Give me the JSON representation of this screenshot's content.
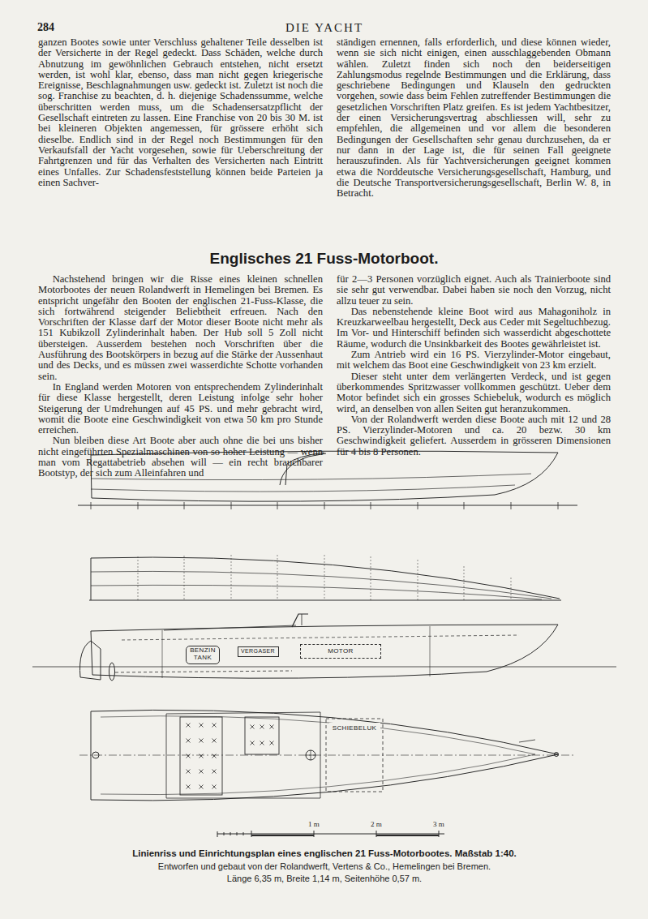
{
  "diagram": {
    "title": "Englisches 21 Fuss-Motorboot.",
    "caption": "Linienriss und Einrichtungsplan eines englischen 21 Fuss-Motorbootes. Maßstab 1:40.",
    "nodes": [
      {
        "text": [
          "BENZIN TANK"
        ]
      },
      {
        "text": [
          "VERGASER"
        ]
      },
      {
        "text": [
          "MOTOR"
        ]
      },
      {
        "text": [
          "SCHIEBELUK"
        ]
      }
    ],
    "labels": [
      "284",
      "DIE YACHT",
      "ganzen Bootes sowie unter Verschluss gehaltener Teile desselben ist der Versicherte in der Regel gedeckt. Dass Schäden, welche durch Abnutzung im gewöhnlichen Gebrauch entstehen, nicht ersetzt werden, ist wohl klar, ebenso, dass man nicht gegen kriegerische Ereignisse, Beschlagnahmungen usw. gedeckt ist. Zuletzt ist noch die sog. Franchise zu beachten, d. h. diejenige Schadenssumme, welche überschritten werden muss, um die Schadensersatzpflicht der Gesellschaft eintreten zu lassen. Eine Franchise von 20 bis 30 M. ist bei kleineren Objekten angemessen, für grössere erhöht sich dieselbe. Endlich sind in der Regel noch Bestimmungen für den Verkaufsfall der Yacht vorgesehen, sowie für Ueberschreitung der Fahrtgrenzen und für das Verhalten des Versicherten nach Eintritt eines Unfalles. Zur Schadensfeststellung können beide Parteien ja einen Sachver-",
      "ständigen ernennen, falls erforderlich, und diese können wieder, wenn sie sich nicht einigen, einen ausschlaggebenden Obmann wählen. Zuletzt finden sich noch den beiderseitigen Zahlungsmodus regelnde Bestimmungen und die Erklärung, dass geschriebene Bedingungen und Klauseln den gedruckten vorgehen, sowie dass beim Fehlen zutreffender Bestimmungen die gesetzlichen Vorschriften Platz greifen. Es ist jedem Yachtbesitzer, der einen Versicherungsvertrag abschliessen will, sehr zu empfehlen, die allgemeinen und vor allem die besonderen Bedingungen der Gesellschaften sehr genau durchzusehen, da er nur dann in der Lage ist, die für seinen Fall geeignete herauszufinden. Als für Yachtversicherungen geeignet kommen etwa die Norddeutsche Versicherungsgesellschaft, Hamburg, und die Deutsche Transportversicherungsgesellschaft, Berlin W. 8, in Betracht.",
      "Nachstehend bringen wir die Risse eines kleinen schnellen Motorbootes der neuen Rolandwerft in Hemelingen bei Bremen. Es entspricht ungefähr den Booten der englischen 21-Fuss-Klasse, die sich fortwährend steigender Beliebtheit erfreuen. Nach den Vorschriften der Klasse darf der Motor dieser Boote nicht mehr als 151 Kubikzoll Zylinderinhalt haben. Der Hub soll 5 Zoll nicht übersteigen. Ausserdem bestehen noch Vorschriften über die Ausführung des Bootskörpers in bezug auf die Stärke der Aussenhaut und des Decks, und es müssen zwei wasserdichte Schotte vorhanden sein.",
      "In England werden Motoren von entsprechendem Zylinderinhalt für diese Klasse hergestellt, deren Leistung infolge sehr hoher Steigerung der Umdrehungen auf 45 PS. und mehr gebracht wird, womit die Boote eine Geschwindigkeit von etwa 50 km pro Stunde erreichen.",
      "Nun bleiben diese Art Boote aber auch ohne die bei uns bisher nicht eingeführten Spezialmaschinen von so hoher Leistung — wenn man vom Regattabetrieb absehen will — ein recht brauchbarer Bootstyp, der sich zum Alleinfahren und",
      "für 2—3 Personen vorzüglich eignet. Auch als Trainierboote sind sie sehr gut verwendbar. Dabei haben sie noch den Vorzug, nicht allzu teuer zu sein.",
      "Das nebenstehende kleine Boot wird aus Mahagoniholz in Kreuzkarweelbau hergestellt, Deck aus Ceder mit Segeltuchbezug. Im Vor- und Hinterschiff befinden sich wasserdicht abgeschottete Räume, wodurch die Unsinkbarkeit des Bootes gewährleistet ist.",
      "Zum Antrieb wird ein 16 PS. Vierzylinder-Motor eingebaut, mit welchem das Boot eine Geschwindigkeit von 23 km erzielt.",
      "Dieser steht unter dem verlängerten Verdeck, und ist gegen überkommendes Spritzwasser vollkommen geschützt. Ueber dem Motor befindet sich ein grosses Schiebeluk, wodurch es möglich wird, an denselben von allen Seiten gut heranzukommen.",
      "Von der Rolandwerft werden diese Boote auch mit 12 und 28 PS. Vierzylinder-Motoren und ca. 20 bezw. 30 km Geschwindigkeit geliefert. Ausserdem in grösseren Dimensionen für 4 bis 8 Personen.",
      "1 m",
      "2 m",
      "3 m",
      "Entworfen und gebaut von der Rolandwerft, Vertens & Co., Hemelingen bei Bremen.",
      "Länge 6,35 m, Breite 1,14 m, Seitenhöhe 0,57 m."
    ]
  }
}
